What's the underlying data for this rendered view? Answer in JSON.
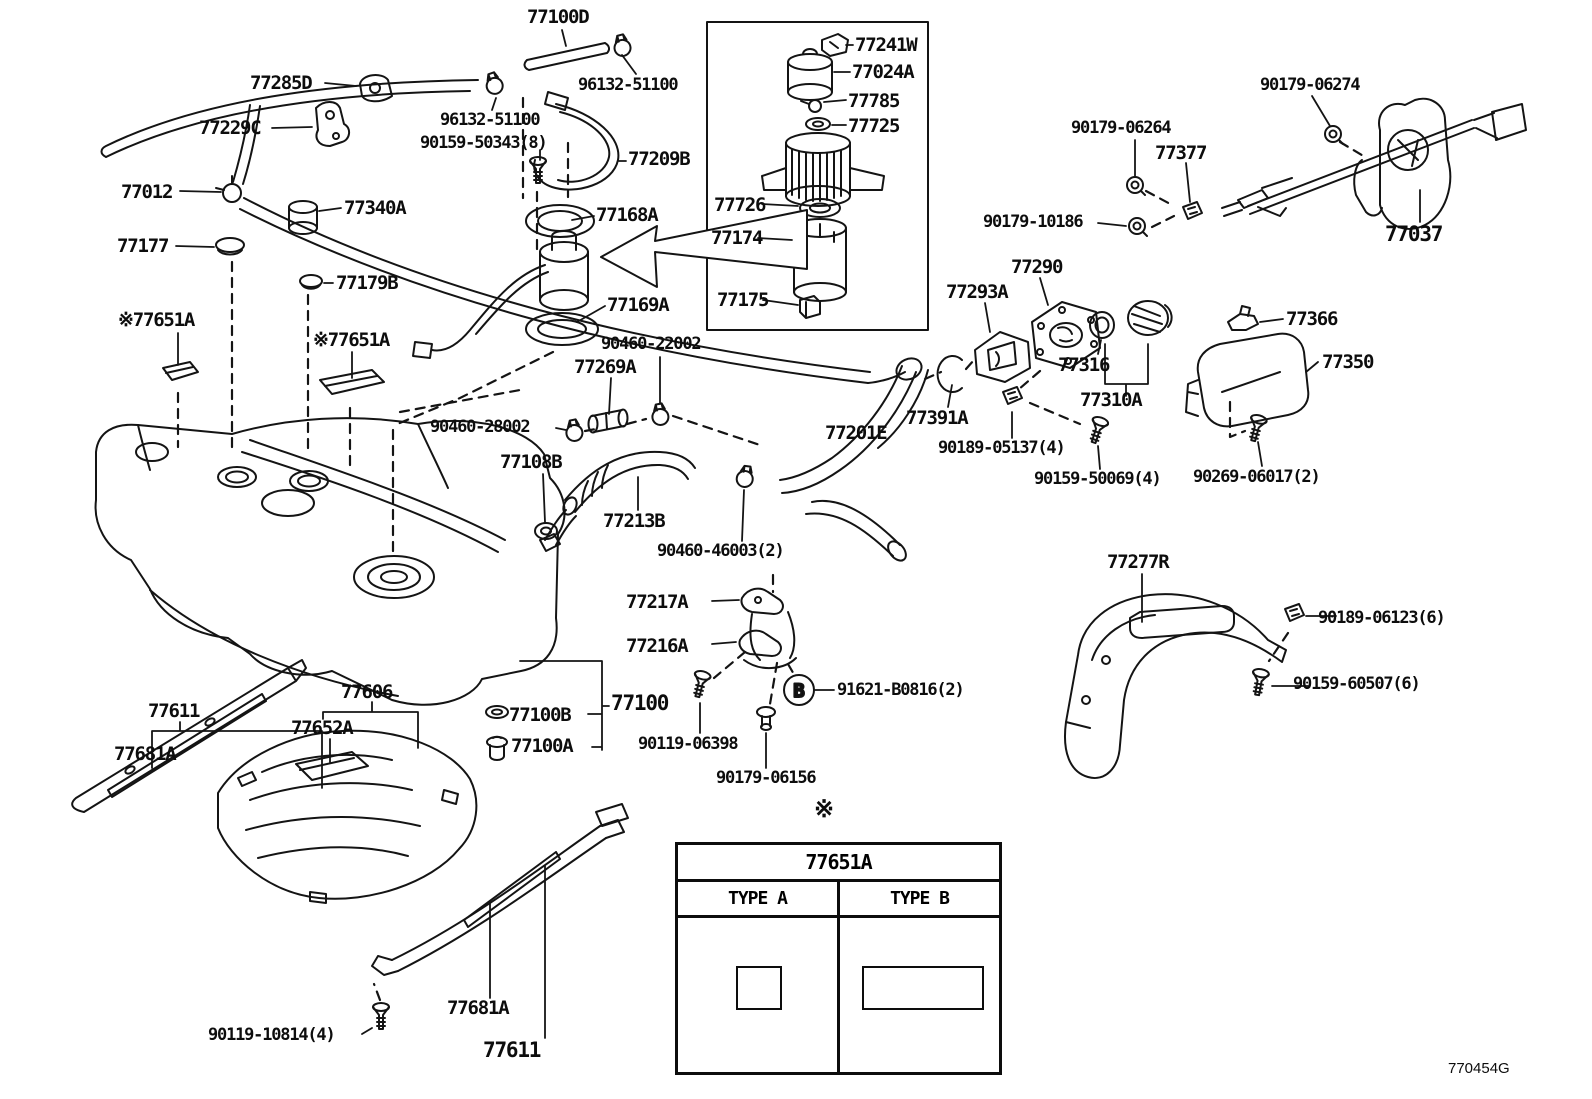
{
  "doc": {
    "footer_code": "770454G",
    "circle_b": "B",
    "ref_mark": "※"
  },
  "table": {
    "header": "77651A",
    "col_a": "TYPE A",
    "col_b": "TYPE B"
  },
  "labels": [
    {
      "id": "77100D",
      "t": "77100D"
    },
    {
      "id": "96132-51100-top",
      "t": "96132-51100"
    },
    {
      "id": "96132-51100-left",
      "t": "96132-51100"
    },
    {
      "id": "90159-50343",
      "t": "90159-50343(8)"
    },
    {
      "id": "77209B",
      "t": "77209B"
    },
    {
      "id": "77241W",
      "t": "77241W"
    },
    {
      "id": "77024A",
      "t": "77024A"
    },
    {
      "id": "77785",
      "t": "77785"
    },
    {
      "id": "77725",
      "t": "77725"
    },
    {
      "id": "77726",
      "t": "77726"
    },
    {
      "id": "77174",
      "t": "77174"
    },
    {
      "id": "77175",
      "t": "77175"
    },
    {
      "id": "77285D",
      "t": "77285D"
    },
    {
      "id": "77229C",
      "t": "77229C"
    },
    {
      "id": "77012",
      "t": "77012"
    },
    {
      "id": "77340A",
      "t": "77340A"
    },
    {
      "id": "77177",
      "t": "77177"
    },
    {
      "id": "77179B",
      "t": "77179B"
    },
    {
      "id": "77651A-ref1",
      "t": "※77651A"
    },
    {
      "id": "77651A-ref2",
      "t": "※77651A"
    },
    {
      "id": "77168A",
      "t": "77168A"
    },
    {
      "id": "77169A",
      "t": "77169A"
    },
    {
      "id": "90460-22002",
      "t": "90460-22002"
    },
    {
      "id": "77269A",
      "t": "77269A"
    },
    {
      "id": "90460-28002",
      "t": "90460-28002"
    },
    {
      "id": "77108B",
      "t": "77108B"
    },
    {
      "id": "77213B",
      "t": "77213B"
    },
    {
      "id": "90460-46003",
      "t": "90460-46003(2)"
    },
    {
      "id": "77201E",
      "t": "77201E"
    },
    {
      "id": "77391A",
      "t": "77391A"
    },
    {
      "id": "77290",
      "t": "77290"
    },
    {
      "id": "77293A",
      "t": "77293A"
    },
    {
      "id": "77316",
      "t": "77316"
    },
    {
      "id": "77310A",
      "t": "77310A"
    },
    {
      "id": "90189-05137",
      "t": "90189-05137(4)"
    },
    {
      "id": "90159-50069",
      "t": "90159-50069(4)"
    },
    {
      "id": "90269-06017",
      "t": "90269-06017(2)"
    },
    {
      "id": "77366",
      "t": "77366"
    },
    {
      "id": "77350",
      "t": "77350"
    },
    {
      "id": "90179-06274",
      "t": "90179-06274"
    },
    {
      "id": "90179-06264",
      "t": "90179-06264"
    },
    {
      "id": "77377",
      "t": "77377"
    },
    {
      "id": "90179-10186",
      "t": "90179-10186"
    },
    {
      "id": "77037",
      "t": "77037"
    },
    {
      "id": "77217A",
      "t": "77217A"
    },
    {
      "id": "77216A",
      "t": "77216A"
    },
    {
      "id": "77100",
      "t": "77100"
    },
    {
      "id": "91621-B0816",
      "t": "91621-B0816(2)"
    },
    {
      "id": "90119-06398",
      "t": "90119-06398"
    },
    {
      "id": "90179-06156",
      "t": "90179-06156"
    },
    {
      "id": "77100B",
      "t": "77100B"
    },
    {
      "id": "77100A",
      "t": "77100A"
    },
    {
      "id": "77606",
      "t": "77606"
    },
    {
      "id": "77611",
      "t": "77611"
    },
    {
      "id": "77652A",
      "t": "77652A"
    },
    {
      "id": "77681A",
      "t": "77681A"
    },
    {
      "id": "90119-10814",
      "t": "90119-10814(4)"
    },
    {
      "id": "77681A-b",
      "t": "77681A"
    },
    {
      "id": "77611-b",
      "t": "77611"
    },
    {
      "id": "77277R",
      "t": "77277R"
    },
    {
      "id": "90189-06123",
      "t": "90189-06123(6)"
    },
    {
      "id": "90159-60507",
      "t": "90159-60507(6)"
    },
    {
      "id": "ref-mark-table",
      "t": "※"
    }
  ]
}
